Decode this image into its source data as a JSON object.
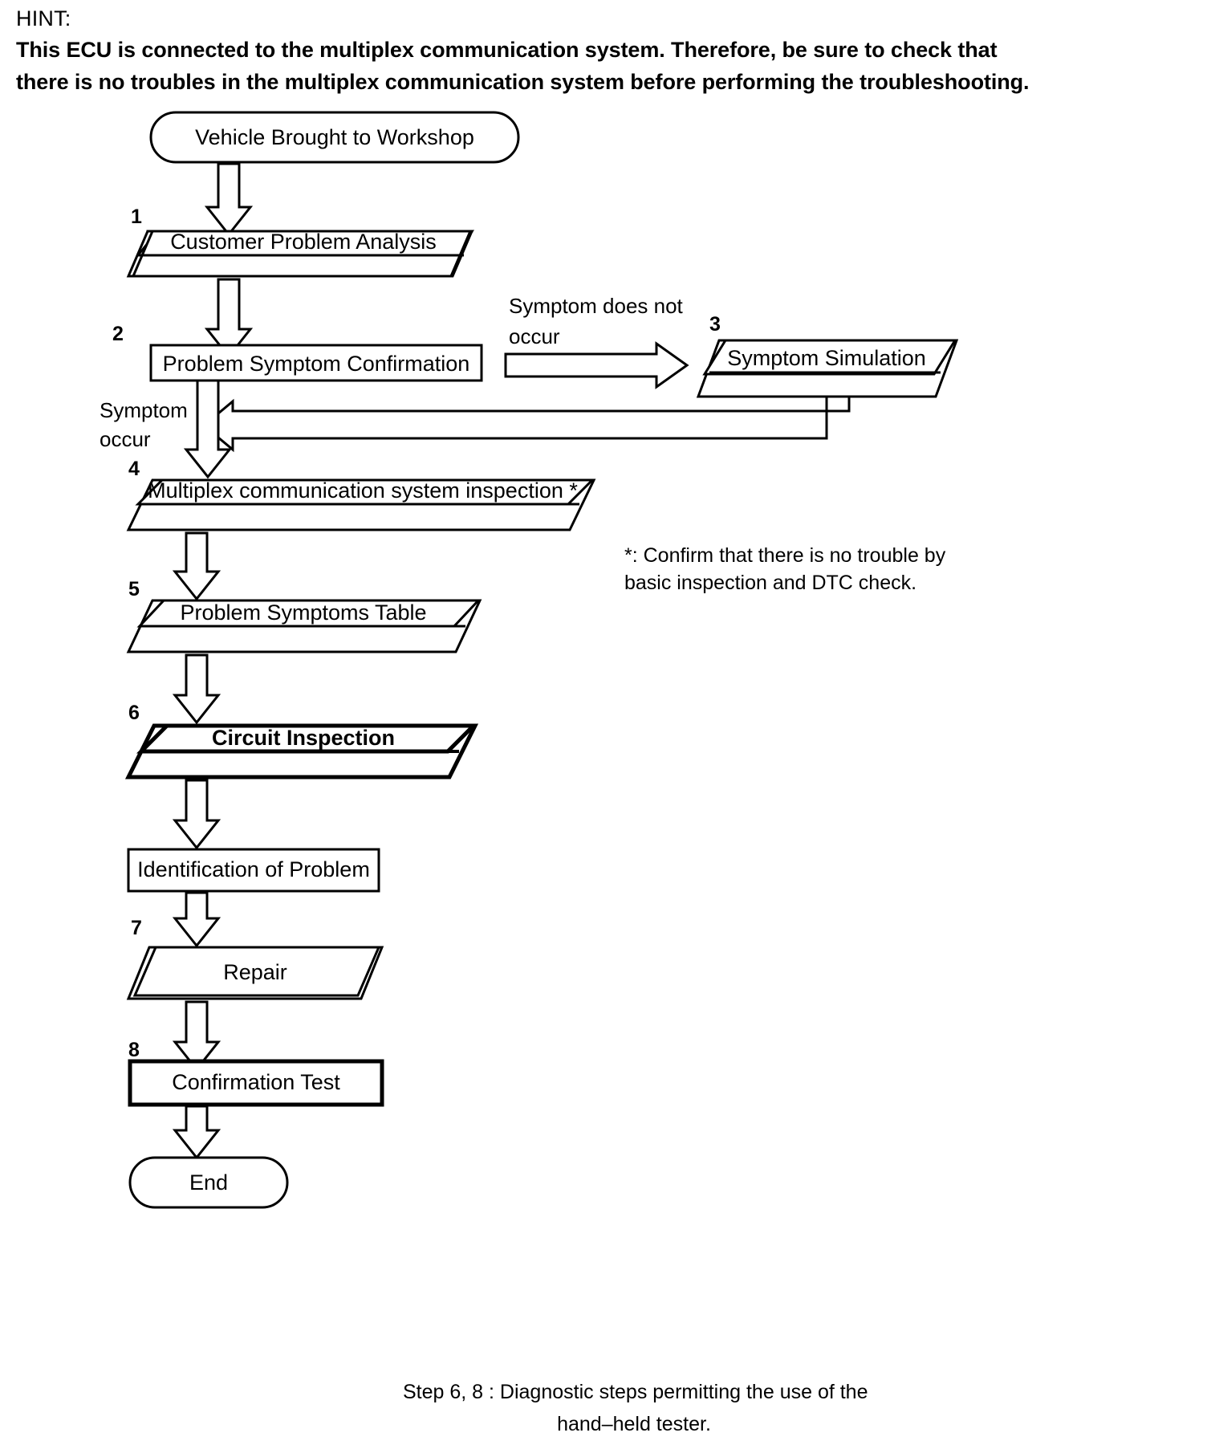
{
  "hint": {
    "label": "HINT:",
    "body": "This ECU is connected to the multiplex communication system. Therefore, be sure to check that there is no troubles in the multiplex communication system before performing the troubleshooting."
  },
  "flowchart": {
    "title": "Troubleshooting Procedure Flowchart",
    "nodes": [
      {
        "id": "start",
        "step": "",
        "label": "Vehicle Brought to Workshop",
        "shape": "terminator"
      },
      {
        "id": "step1",
        "step": "1",
        "label": "Customer Problem Analysis",
        "shape": "document-3d"
      },
      {
        "id": "step2",
        "step": "2",
        "label": "Problem Symptom Confirmation",
        "shape": "rectangle"
      },
      {
        "id": "step3",
        "step": "3",
        "label": "Symptom Simulation",
        "shape": "document-3d"
      },
      {
        "id": "step4",
        "step": "4",
        "label": "Multiplex communication system inspection *",
        "shape": "document-3d"
      },
      {
        "id": "step5",
        "step": "5",
        "label": "Problem Symptoms Table",
        "shape": "document-3d"
      },
      {
        "id": "step6",
        "step": "6",
        "label": "Circuit Inspection",
        "shape": "document-3d-bold"
      },
      {
        "id": "ident",
        "step": "",
        "label": "Identification of Problem",
        "shape": "rectangle"
      },
      {
        "id": "step7",
        "step": "7",
        "label": "Repair",
        "shape": "parallelogram"
      },
      {
        "id": "step8",
        "step": "8",
        "label": "Confirmation Test",
        "shape": "rectangle-bold"
      },
      {
        "id": "end",
        "step": "",
        "label": "End",
        "shape": "terminator"
      }
    ],
    "edge_labels": {
      "symptom_not_occur_line1": "Symptom does not",
      "symptom_not_occur_line2": "occur",
      "symptom_occur_line1": "Symptom",
      "symptom_occur_line2": "occur"
    },
    "notes": {
      "asterisk_line1": "*: Confirm that there is no trouble by",
      "asterisk_line2": "basic inspection and DTC check."
    },
    "caption": {
      "line1": "Step 6, 8 : Diagnostic steps permitting the use of the",
      "line2": "hand–held tester."
    }
  },
  "colors": {
    "ink": "#000000",
    "paper": "#ffffff"
  }
}
